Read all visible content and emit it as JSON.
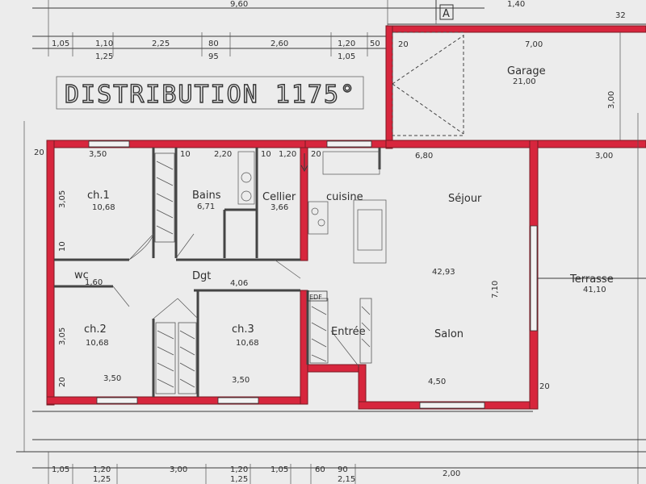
{
  "title": "DISTRIBUTION 1175°",
  "section_marker": "A",
  "rooms": [
    {
      "name": "ch.1",
      "area": "10,68"
    },
    {
      "name": "Bains",
      "area": "6,71"
    },
    {
      "name": "Cellier",
      "area": "3,66"
    },
    {
      "name": "cuisine",
      "area": ""
    },
    {
      "name": "Séjour",
      "area": ""
    },
    {
      "name": "Garage",
      "area": "21,00"
    },
    {
      "name": "wc",
      "area": "1,60"
    },
    {
      "name": "Dgt",
      "area": "4,06"
    },
    {
      "name": "ch.2",
      "area": "10,68"
    },
    {
      "name": "ch.3",
      "area": "10,68"
    },
    {
      "name": "Entrée",
      "area": ""
    },
    {
      "name": "Salon",
      "area": ""
    },
    {
      "name": "Terrasse",
      "area": "41,10"
    },
    {
      "name": "EDF",
      "area": ""
    }
  ],
  "living_area": "42,93",
  "dimensions": {
    "top_total": "9,60",
    "top_chain": [
      "1,05",
      "1,10",
      "2,25",
      "80",
      "2,60",
      "1,20",
      "50"
    ],
    "top_chain_lower": [
      "1,25",
      "95",
      "1,05"
    ],
    "top_right": "1,40",
    "garage_width": "7,00",
    "garage_depth": "3,00",
    "corner_top_right": "32",
    "wall_20": "20",
    "inner_top": [
      "3,50",
      "10",
      "2,20",
      "10",
      "1,20",
      "20",
      "6,80",
      "3,00",
      "20"
    ],
    "left_side": [
      "3,05",
      "10",
      "3,05",
      "20"
    ],
    "bottom_inner": [
      "3,50",
      "3,50",
      "4,50",
      "20"
    ],
    "salon_depth": "7,10",
    "bottom_chain": [
      "1,05",
      "1,20",
      "3,00",
      "1,20",
      "1,05",
      "60",
      "90",
      "2,00"
    ],
    "bottom_chain_lower": [
      "1,25",
      "1,25",
      "2,15"
    ]
  }
}
